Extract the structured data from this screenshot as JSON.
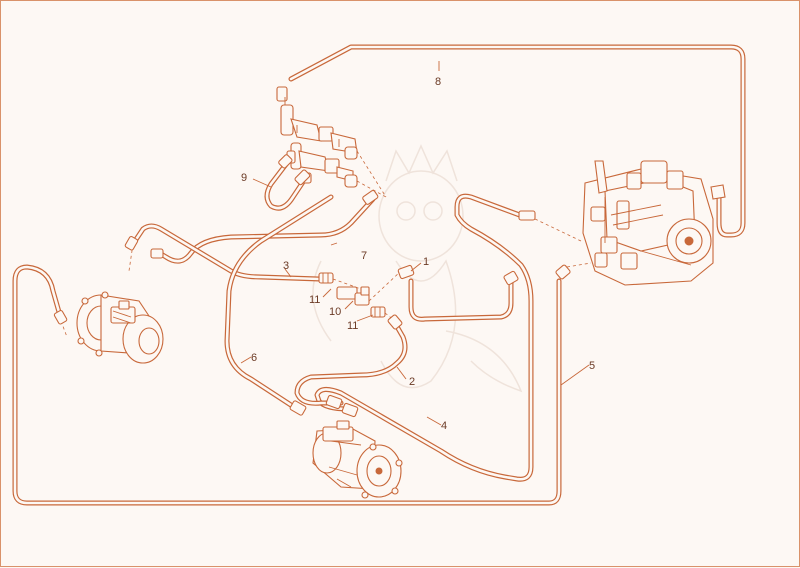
{
  "diagram": {
    "callouts": [
      {
        "id": "1",
        "label": "1"
      },
      {
        "id": "2",
        "label": "2"
      },
      {
        "id": "3",
        "label": "3"
      },
      {
        "id": "4",
        "label": "4"
      },
      {
        "id": "5",
        "label": "5"
      },
      {
        "id": "6",
        "label": "6"
      },
      {
        "id": "7",
        "label": "7"
      },
      {
        "id": "8",
        "label": "8"
      },
      {
        "id": "9",
        "label": "9"
      },
      {
        "id": "10",
        "label": "10"
      },
      {
        "id": "11a",
        "label": "11"
      },
      {
        "id": "11b",
        "label": "11"
      }
    ],
    "colors": {
      "line": "#c8683a",
      "background": "#fdf8f4",
      "text": "#6b3a25",
      "watermark": "#efe3db"
    }
  }
}
